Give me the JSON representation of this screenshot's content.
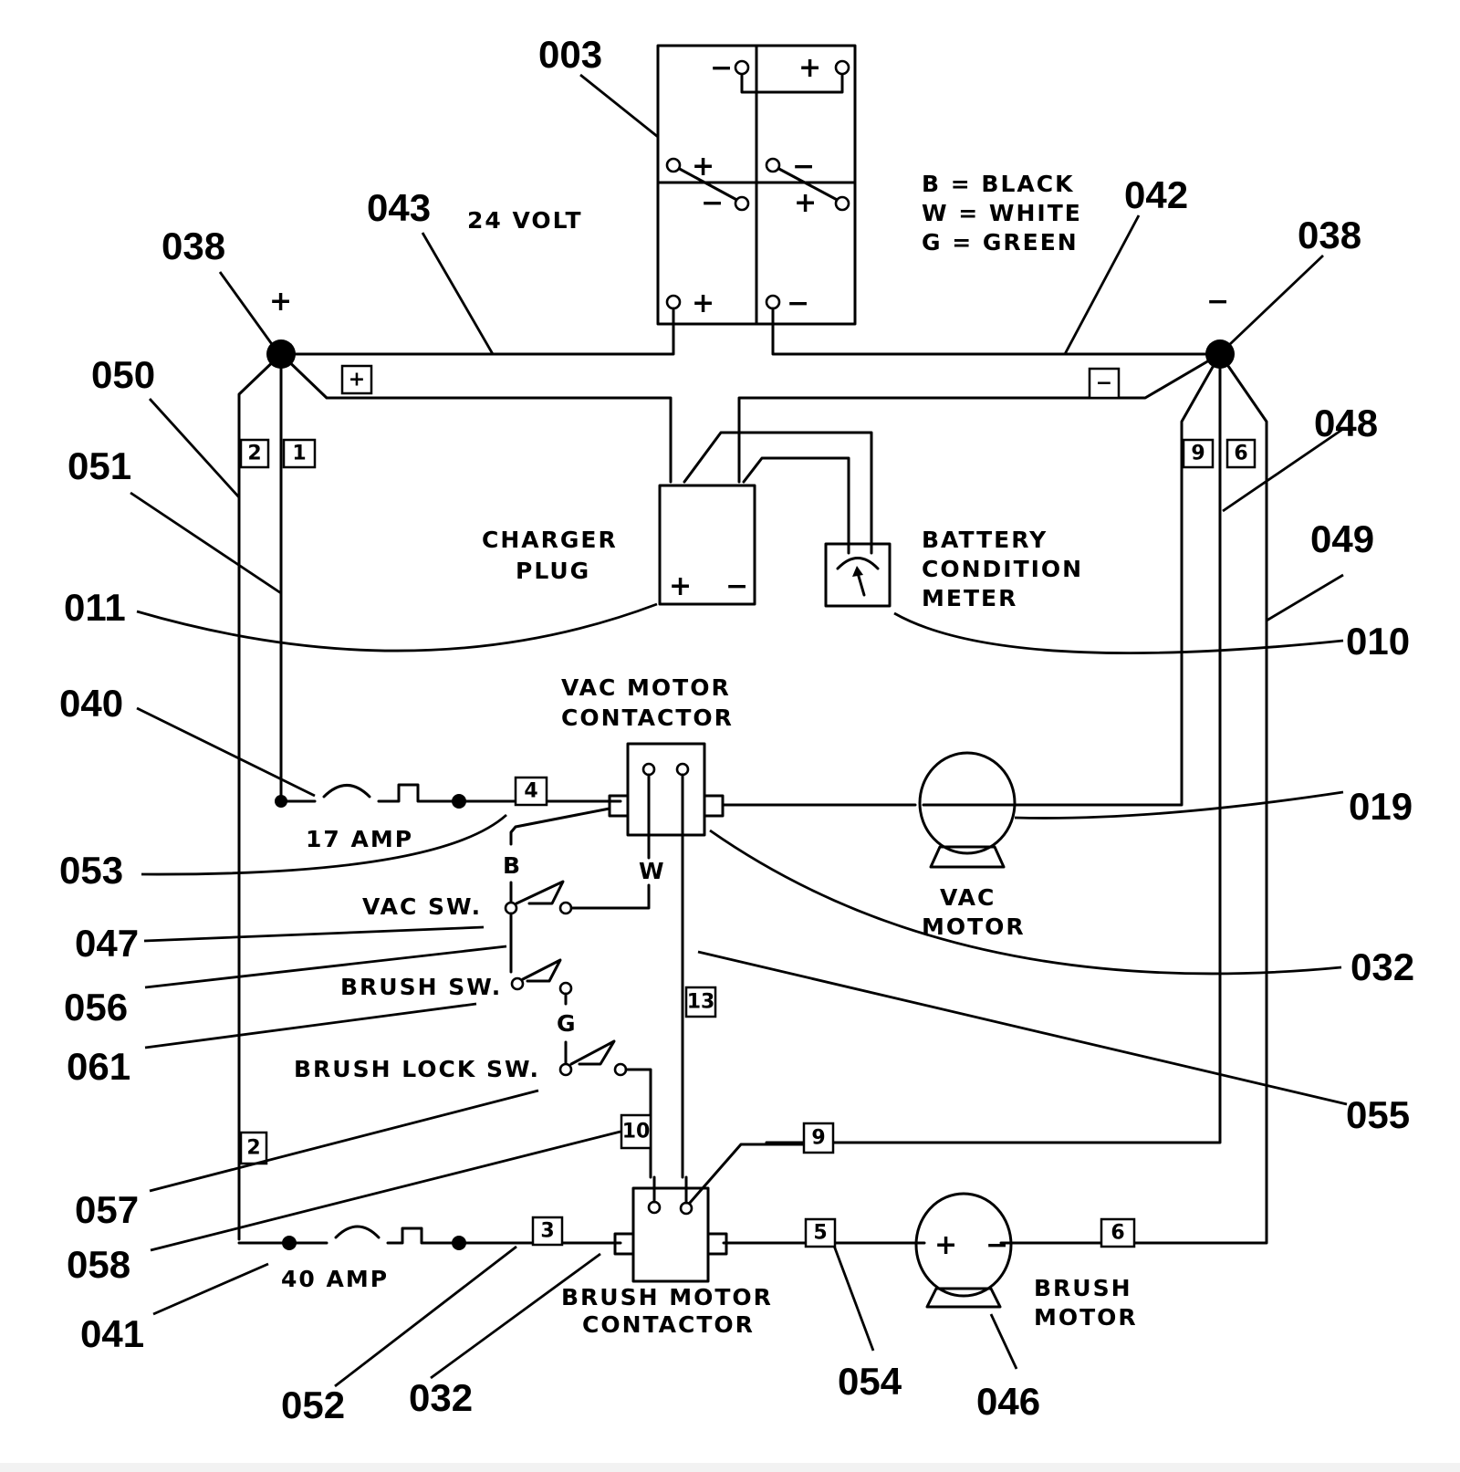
{
  "title": "24 Volt Wiring Diagram",
  "voltage_label": "24 VOLT",
  "legend": [
    {
      "code": "B",
      "label": "B = BLACK"
    },
    {
      "code": "W",
      "label": "W = WHITE"
    },
    {
      "code": "G",
      "label": "G = GREEN"
    }
  ],
  "components": {
    "battery": {
      "callout": "003",
      "terminal_signs": [
        "−",
        "+",
        "+",
        "−",
        "−",
        "+",
        "+",
        "−"
      ]
    },
    "charger_plug": {
      "line1": "CHARGER",
      "line2": "PLUG",
      "plus": "+",
      "minus": "−"
    },
    "battery_meter": {
      "line1": "BATTERY",
      "line2": "CONDITION",
      "line3": "METER"
    },
    "vac_contactor": {
      "line1": "VAC  MOTOR",
      "line2": "CONTACTOR"
    },
    "vac_motor": {
      "line1": "VAC",
      "line2": "MOTOR"
    },
    "brush_contactor": {
      "line1": "BRUSH  MOTOR",
      "line2": "CONTACTOR"
    },
    "brush_motor": {
      "line1": "BRUSH",
      "line2": "MOTOR",
      "plus": "+",
      "minus": "−"
    },
    "fuse_17": {
      "label": "17 AMP"
    },
    "fuse_40": {
      "label": "40 AMP"
    },
    "vac_switch": {
      "label": "VAC  SW."
    },
    "brush_switch": {
      "label": "BRUSH  SW."
    },
    "brush_lock_switch": {
      "label": "BRUSH  LOCK  SW."
    }
  },
  "wire_colors": {
    "b": "B",
    "w": "W",
    "g": "G"
  },
  "polarity": {
    "pos_post": "+",
    "neg_post": "−",
    "pos_tag": "+",
    "neg_tag": "−"
  },
  "wire_tags": [
    "2",
    "1",
    "9",
    "6",
    "4",
    "13",
    "2",
    "10",
    "9",
    "3",
    "5",
    "6"
  ],
  "callouts": {
    "c003": "003",
    "c043": "043",
    "c042": "042",
    "c038_left": "038",
    "c038_right": "038",
    "c050": "050",
    "c051": "051",
    "c048": "048",
    "c049": "049",
    "c011": "011",
    "c010": "010",
    "c040": "040",
    "c019": "019",
    "c053": "053",
    "c047": "047",
    "c056": "056",
    "c061": "061",
    "c032_right": "032",
    "c055": "055",
    "c057": "057",
    "c058": "058",
    "c041": "041",
    "c052": "052",
    "c032_bottom": "032",
    "c054": "054",
    "c046": "046"
  }
}
